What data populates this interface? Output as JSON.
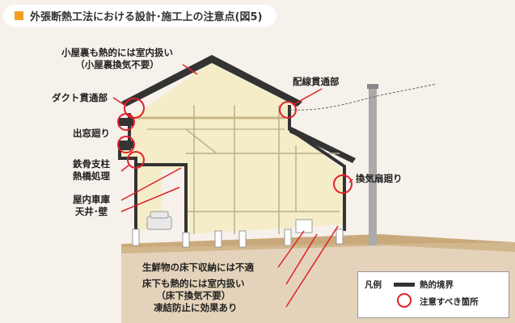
{
  "title": "外張断熱工法における設計･施工上の注意点(図5)",
  "labels": {
    "attic_line1": "小屋裏も熱的には室内扱い",
    "attic_line2": "（小屋裏換気不要）",
    "cable": "配線貫通部",
    "duct": "ダクト貫通部",
    "bay_window": "出窓廻り",
    "steel_line1": "鉄骨支柱",
    "steel_line2": "熱橋処理",
    "garage_line1": "屋内車庫",
    "garage_line2": "天井･壁",
    "fan": "換気扇廻り",
    "storage": "生鮮物の床下収納には不適",
    "underfloor_line1": "床下も熱的には室内扱い",
    "underfloor_line2": "（床下換気不要）",
    "freeze": "凍結防止に効果あり"
  },
  "legend": {
    "heading": "凡例",
    "boundary": "熱的境界",
    "caution": "注意すべき箇所"
  },
  "colors": {
    "accent": "#f0a020",
    "caution": "#e0202a",
    "boundary": "#333333",
    "interior": "#f5edc8",
    "ground": "#c9a97c"
  }
}
